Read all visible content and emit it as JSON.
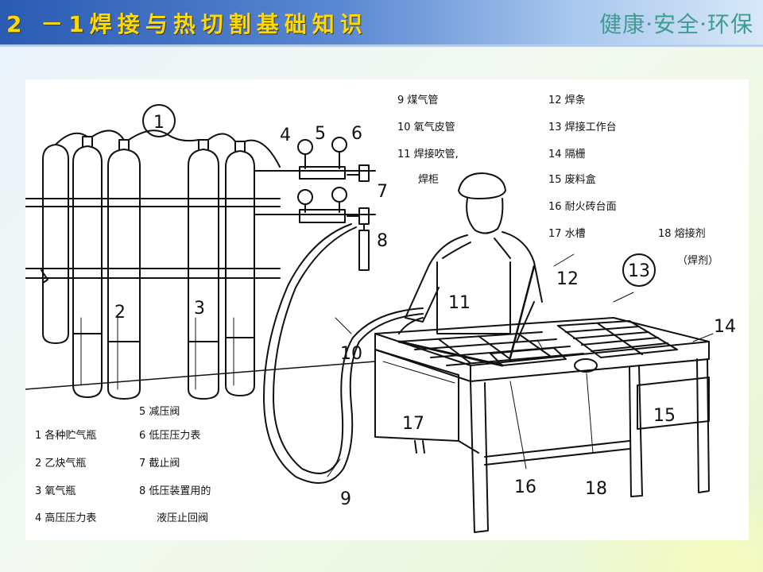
{
  "header": {
    "title": "2 －1焊接与热切割基础知识",
    "slogan": "健康·安全·环保"
  },
  "callouts": {
    "n1": "1",
    "n2": "2",
    "n3": "3",
    "n4": "4",
    "n5": "5",
    "n6": "6",
    "n7": "7",
    "n8": "8",
    "n9": "9",
    "n10": "10",
    "n11": "11",
    "n12": "12",
    "n13": "13",
    "n14": "14",
    "n15": "15",
    "n16": "16",
    "n17": "17",
    "n18": "18"
  },
  "legend": {
    "i1": "1 各种贮气瓶",
    "i2": "2 乙炔气瓶",
    "i3": "3 氧气瓶",
    "i4": "4 高压压力表",
    "i5": "5 减压阀",
    "i6": "6 低压压力表",
    "i7": "7 截止阀",
    "i8a": "8 低压装置用的",
    "i8b": "液压止回阀",
    "i9": "9 煤气管",
    "i10": "10 氧气皮管",
    "i11a": "11 焊接吹管,",
    "i11b": "焊柜",
    "i12": "12 焊条",
    "i13": "13 焊接工作台",
    "i14": "14 隔栅",
    "i15": "15 废料盒",
    "i16": "16 耐火砖台面",
    "i17": "17 水槽",
    "i18a": "18 熔接剂",
    "i18b": "（焊剂）"
  }
}
